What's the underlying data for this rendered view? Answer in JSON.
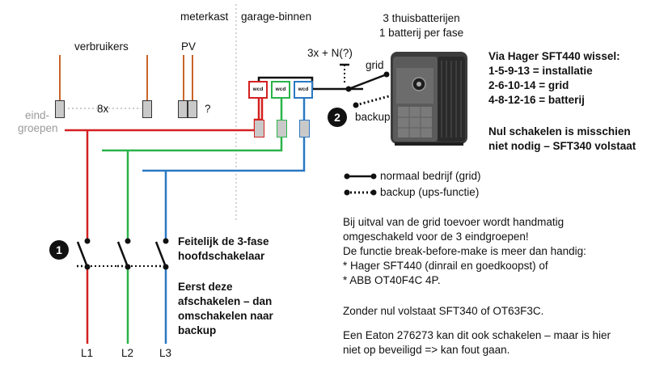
{
  "labels": {
    "meterkast": "meterkast",
    "garage": "garage-binnen",
    "batteries_line1": "3 thuisbatterijen",
    "batteries_line2": "1 batterij per fase",
    "verbruikers": "verbruikers",
    "pv": "PV",
    "phases": "3x + N(?)",
    "grid": "grid",
    "backup": "backup",
    "eind_line1": "eind-",
    "eind_line2": "groepen",
    "count": "8x",
    "question": "?",
    "wcd": "wcd",
    "l1": "L1",
    "l2": "L2",
    "l3": "L3"
  },
  "badges": {
    "one": "1",
    "two": "2"
  },
  "hager": {
    "line1": "Via Hager SFT440 wissel:",
    "line2": "1-5-9-13 = installatie",
    "line3": "2-6-10-14 = grid",
    "line4": "4-8-12-16 = batterij",
    "line5": "Nul schakelen is misschien",
    "line6": "niet nodig – SFT340 volstaat"
  },
  "legend": {
    "normal": "normaal bedrijf (grid)",
    "backup": "backup (ups-functie)"
  },
  "notes": {
    "line1": "Bij uitval van de grid toevoer wordt handmatig",
    "line2": "omgeschakeld voor de 3 eindgroepen!",
    "line3": "De functie break-before-make is meer dan handig:",
    "line4": "* Hager SFT440 (dinrail en goedkoopst) of",
    "line5": "* ABB OT40F4C 4P.",
    "line6": "Zonder nul volstaat SFT340 of OT63F3C.",
    "line7": "Een Eaton 276273 kan dit ook schakelen – maar is hier",
    "line8": "niet op beveiligd => kan fout gaan."
  },
  "switch_note": {
    "line1": "Feitelijk de 3-fase",
    "line2": "hoofdschakelaar",
    "line3": "Eerst deze",
    "line4": "afschakelen – dan",
    "line5": "omschakelen naar",
    "line6": "backup"
  },
  "colors": {
    "l1": "#d42020",
    "l2": "#2bb34a",
    "l3": "#2a78c2",
    "cable": "#c8642a",
    "divider": "#a8a8a8"
  }
}
